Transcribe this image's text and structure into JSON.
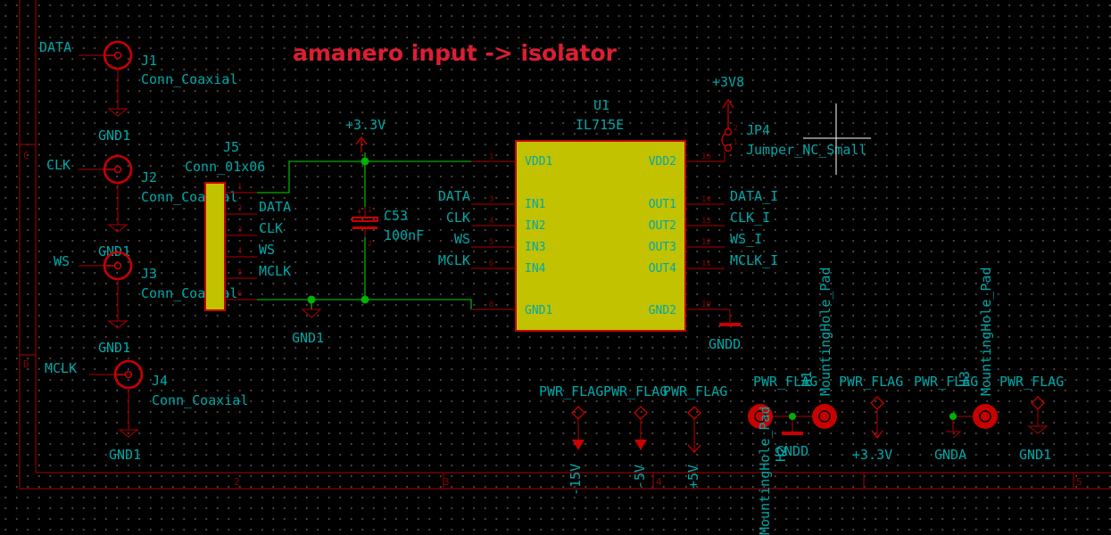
{
  "sheet": {
    "title": "amanero input -> isolator",
    "border_labels": {
      "b2": "2",
      "b3": "3",
      "b4": "4",
      "b5": "5",
      "lC": "C",
      "lD": "D"
    }
  },
  "colors": {
    "wire": "#00b000",
    "junction": "#00b000",
    "pin": "#8c0000",
    "component": "#c80000",
    "ic_fill": "#c2c200",
    "text": "#00a8a8",
    "title": "#dc1e32",
    "power": "#c80000"
  },
  "connectors": {
    "j1": {
      "ref": "J1",
      "value": "Conn_Coaxial",
      "net": "DATA",
      "gnd": "GND1"
    },
    "j2": {
      "ref": "J2",
      "value": "Conn_Coaxial",
      "net": "CLK",
      "gnd": "GND1"
    },
    "j3": {
      "ref": "J3",
      "value": "Conn_Coaxial",
      "net": "WS",
      "gnd": "GND1"
    },
    "j4": {
      "ref": "J4",
      "value": "Conn_Coaxial",
      "net": "MCLK",
      "gnd": "GND1"
    }
  },
  "j5": {
    "ref": "J5",
    "value": "Conn_01x06",
    "pin_numbers": [
      "1",
      "2",
      "3",
      "4",
      "5",
      "6"
    ],
    "labels": [
      "DATA",
      "CLK",
      "WS",
      "MCLK"
    ]
  },
  "power": {
    "p33": "+3.3V",
    "p3v8": "+3V8",
    "gnd1_mid": "GND1",
    "gndd": "GNDD"
  },
  "c53": {
    "ref": "C53",
    "value": "100nF",
    "p1": "1",
    "p2": "2"
  },
  "jp4": {
    "ref": "JP4",
    "value": "Jumper_NC_Small",
    "p1": "1",
    "p2": "2"
  },
  "u1": {
    "ref": "U1",
    "value": "IL715E",
    "left_pins": [
      {
        "name": "VDD1",
        "num": "1"
      },
      {
        "name": "IN1",
        "num": "3"
      },
      {
        "name": "IN2",
        "num": "4"
      },
      {
        "name": "IN3",
        "num": "5"
      },
      {
        "name": "IN4",
        "num": "6"
      },
      {
        "name": "GND1",
        "num": "8"
      }
    ],
    "right_pins": [
      {
        "name": "VDD2",
        "num": "16"
      },
      {
        "name": "OUT1",
        "num": "14"
      },
      {
        "name": "OUT2",
        "num": "13"
      },
      {
        "name": "OUT3",
        "num": "12"
      },
      {
        "name": "OUT4",
        "num": "11"
      },
      {
        "name": "GND2",
        "num": "10"
      }
    ],
    "in_labels": [
      "DATA",
      "CLK",
      "WS",
      "MCLK"
    ],
    "out_labels": [
      "DATA_I",
      "CLK_I",
      "WS_I",
      "MCLK_I"
    ]
  },
  "flags": {
    "f1": "PWR_FLAG",
    "f2": "PWR_FLAG",
    "f3": "PWR_FLAG",
    "f4": "PWR_FLAG",
    "f5": "PWR_FLAG",
    "f6": "PWR_FLAG",
    "f7": "PWR_FLAG"
  },
  "flag_nets": {
    "n1": "-15V",
    "n2": "-5V",
    "n3": "+5V",
    "n4": "+3.3V",
    "n5": "GND1"
  },
  "holes": {
    "h1": {
      "ref": "H1",
      "value": "MountingHole_Pad",
      "net": "GNDD"
    },
    "h2": {
      "ref": "H2",
      "value": "MountingHole_Pad"
    },
    "h3": {
      "ref": "H3",
      "value": "MountingHole_Pad",
      "net": "GNDA"
    }
  }
}
